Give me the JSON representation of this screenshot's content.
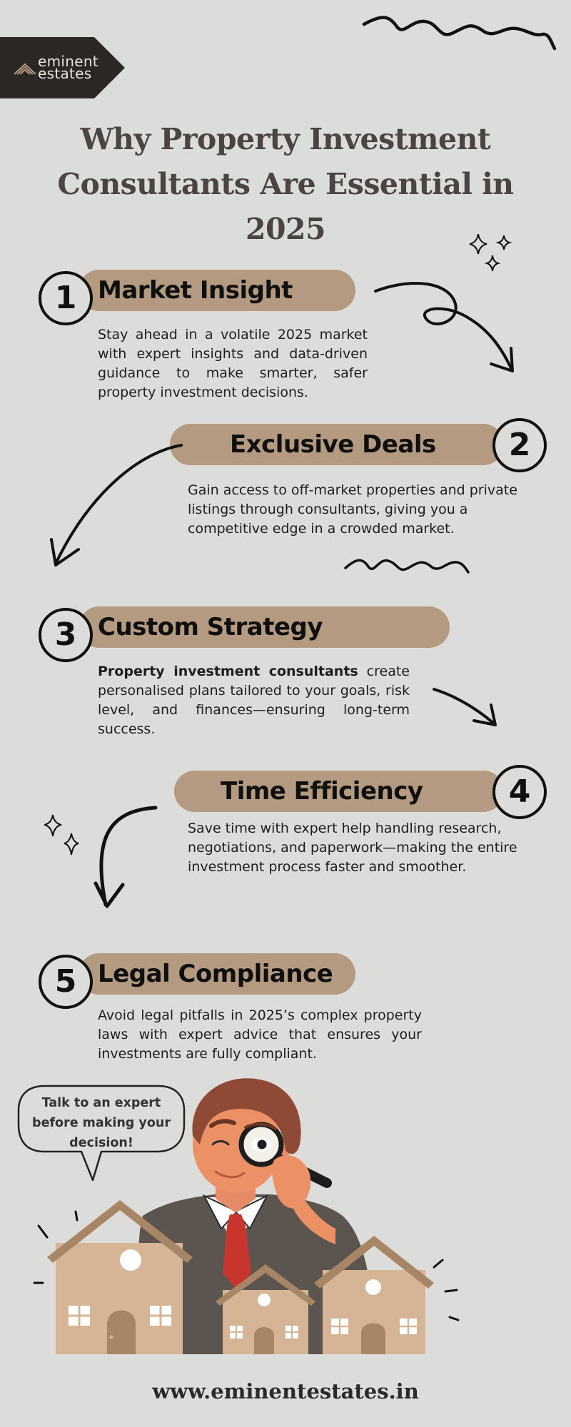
{
  "brand": {
    "logo_line1": "eminent",
    "logo_line2": "estates",
    "website": "www.eminentestates.in"
  },
  "title": {
    "line1": "Why Property Investment",
    "line2": "Consultants Are Essential in 2025"
  },
  "sections": [
    {
      "number": "1",
      "heading": "Market Insight",
      "text": "Stay ahead in a volatile 2025 market with expert insights and data-driven guidance to make smarter, safer property investment decisions."
    },
    {
      "number": "2",
      "heading": "Exclusive Deals",
      "text": "Gain access to off-market properties and private listings through consultants, giving you a competitive edge in a crowded market."
    },
    {
      "number": "3",
      "heading": "Custom Strategy",
      "text_bold": "Property investment consultants",
      "text": " create personalised plans tailored to your goals, risk level, and finances—ensuring long-term success."
    },
    {
      "number": "4",
      "heading": "Time Efficiency",
      "text": "Save time with expert help handling research, negotiations, and paperwork—making the entire investment process faster and smoother."
    },
    {
      "number": "5",
      "heading": "Legal Compliance",
      "text": "Avoid legal pitfalls in 2025’s complex property laws with expert advice that ensures your investments are fully compliant."
    }
  ],
  "callout": {
    "line1": "Talk to an expert",
    "line2": "before making your",
    "line3": "decision!"
  },
  "colors": {
    "background": "#dcdcdb",
    "pill": "#b39a80",
    "logo_band": "#2b2725",
    "title": "#4a4442",
    "house": "#d6b596",
    "roof": "#a88665"
  }
}
